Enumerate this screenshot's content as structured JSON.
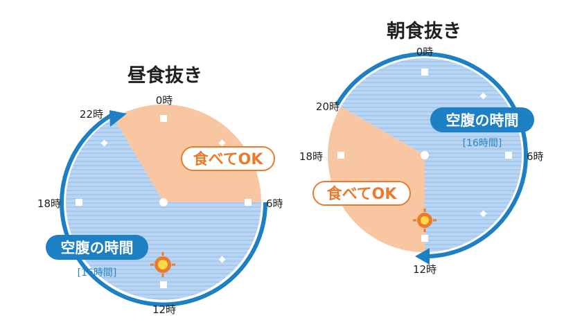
{
  "colors": {
    "fasting_fill": "#b8d6f4",
    "fasting_stripe": "#a6c8ec",
    "eating_fill": "#f8c7a2",
    "rim": "#1d7fc4",
    "badge_bg": "#1d7fc4",
    "ok_text": "#ea7a2c",
    "ok_border": "#ea7a2c",
    "duration_text": "#2b86c8",
    "moon": "#f4e36a",
    "sun": "#ea7a2c"
  },
  "left_clock": {
    "title": "昼食抜き",
    "hours": {
      "h0": "0時",
      "h6": "6時",
      "h12": "12時",
      "h18": "18時",
      "h22": "22時"
    },
    "eating_label": "食べてOK",
    "fasting_label": "空腹の時間",
    "duration_label": "[16時間]",
    "fasting_window_hours": [
      6,
      22
    ],
    "eating_window_hours": [
      22,
      6
    ]
  },
  "right_clock": {
    "title": "朝食抜き",
    "hours": {
      "h0": "0時",
      "h6": "6時",
      "h12": "12時",
      "h18": "18時",
      "h20": "20時"
    },
    "eating_label": "食べてOK",
    "fasting_label": "空腹の時間",
    "duration_label": "[16時間]",
    "fasting_window_hours": [
      20,
      12
    ],
    "eating_window_hours": [
      12,
      20
    ]
  }
}
